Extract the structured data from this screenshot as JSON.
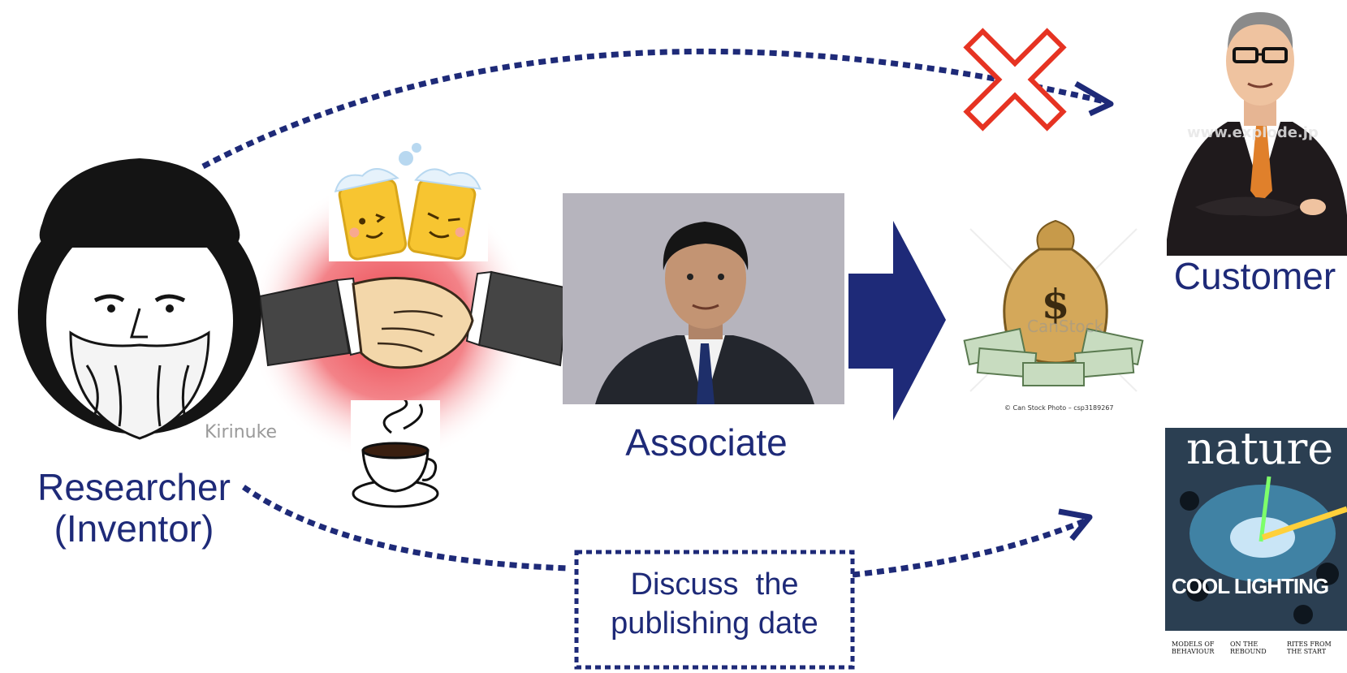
{
  "actors": {
    "researcher_line1": "Researcher",
    "researcher_line2": "(Inventor)",
    "associate": "Associate",
    "customer": "Customer"
  },
  "discuss_box": {
    "line1": "Discuss  the",
    "line2": "publishing date"
  },
  "credits": {
    "researcher_artist": "Kirinuke",
    "money_stock": "© Can Stock Photo – csp3189267",
    "money_watermark": "CanStock",
    "customer_watermark": "www.explode.jp"
  },
  "journal": {
    "title": "nature",
    "headline": "COOL LIGHTING",
    "sub1": "MODELS OF BEHAVIOUR",
    "sub2": "ON THE REBOUND",
    "sub3": "RITES FROM THE START"
  },
  "colors": {
    "navy": "#1e2a78",
    "cross": "#e63322",
    "glow": "#e8303a"
  }
}
